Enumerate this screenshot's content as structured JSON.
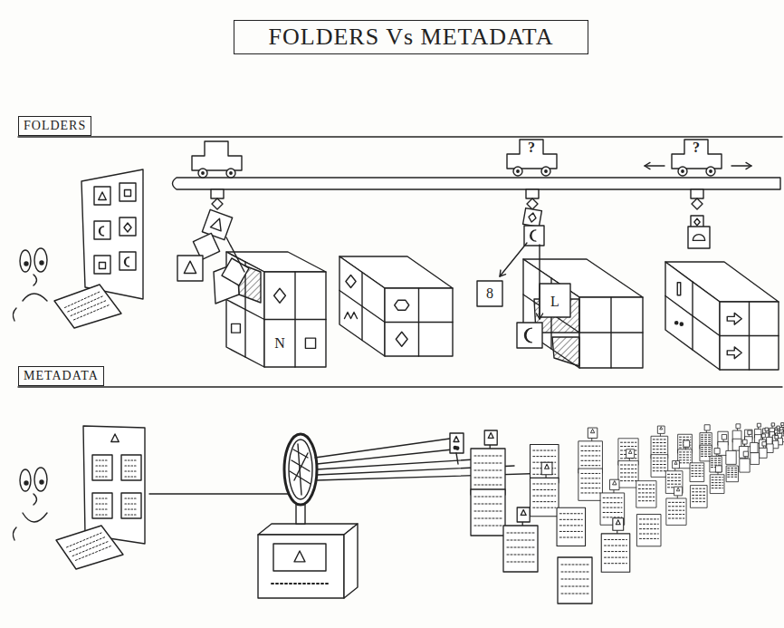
{
  "diagram": {
    "title": "FOLDERS Vs METADATA",
    "nodes": [
      {
        "text": [
          "FOLDERS"
        ]
      },
      {
        "text": [
          "METADATA"
        ]
      }
    ],
    "labels": [
      "?",
      "?",
      "N",
      "L",
      "8"
    ]
  }
}
